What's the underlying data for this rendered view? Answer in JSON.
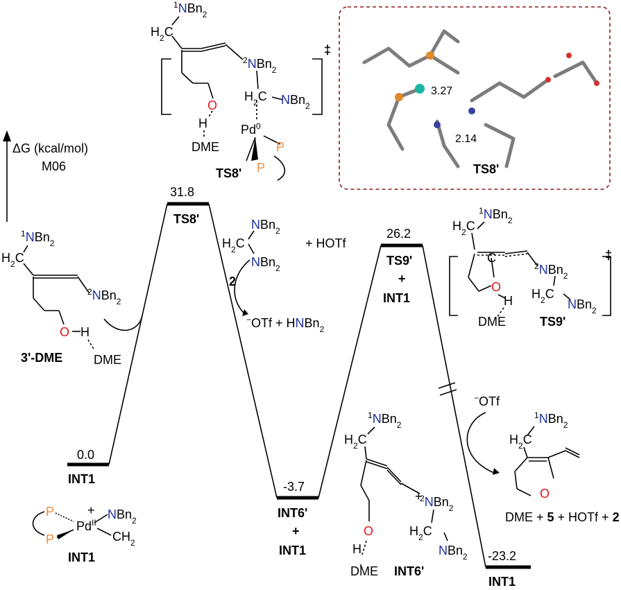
{
  "axis": {
    "label": "ΔG (kcal/mol)",
    "method": "M06"
  },
  "levels": [
    {
      "id": "int1-start",
      "value": "0.0",
      "label": "INT1"
    },
    {
      "id": "ts8",
      "value": "31.8",
      "label": "TS8'"
    },
    {
      "id": "int6",
      "value": "-3.7",
      "label": "INT6'",
      "plus": "+",
      "label2": "INT1"
    },
    {
      "id": "ts9",
      "value": "26.2",
      "label": "TS9'",
      "plus": "+",
      "label2": "INT1"
    },
    {
      "id": "int1-end",
      "value": "-23.2",
      "label": "INT1"
    }
  ],
  "structures": {
    "ts8_name": "TS8'",
    "ts9_name": "TS9'",
    "int6_name": "INT6'",
    "int1_name": "INT1",
    "reactant_name": "3'-DME",
    "ts_symbol": "‡",
    "box_label": "TS8'",
    "dist1": "3.27",
    "dist2": "2.14"
  },
  "reagents": {
    "compound2": "2",
    "plus_hotf": "+ HOTf",
    "otf_hnbn2_a": "OTf + H",
    "otf_hnbn2_b": "N",
    "otf_hnbn2_c": "Bn",
    "otf_hnbn2_d": "2",
    "otf": "OTf",
    "products_a": "DME + ",
    "products_b": "5",
    "products_c": " + HOTf + ",
    "products_d": "2"
  },
  "atoms": {
    "N": "N",
    "Bn": "Bn",
    "sub2": "2",
    "O": "O",
    "H": "H",
    "P": "P",
    "Pd": "Pd",
    "C": "C",
    "H2C": "H",
    "DME": "DME",
    "sup1": "1",
    "sup2": "2",
    "pd0": "0",
    "pdII": "II",
    "plus": "+",
    "minus": "−"
  }
}
